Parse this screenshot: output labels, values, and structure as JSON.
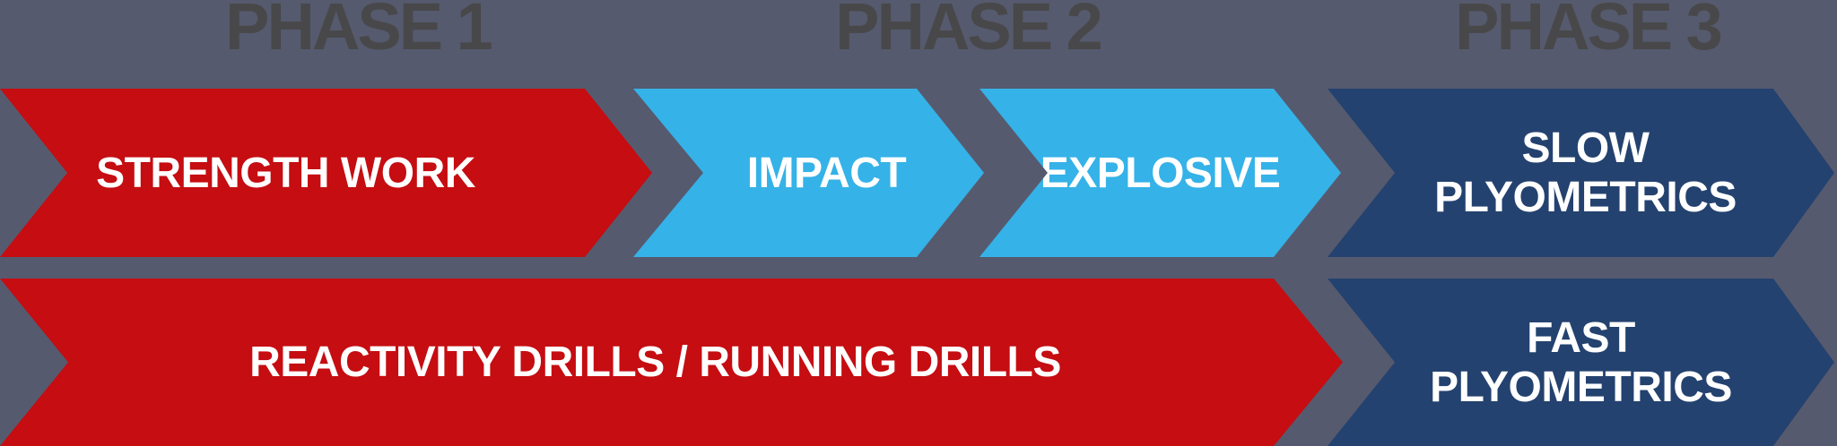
{
  "diagram": {
    "title_row": {
      "phase1": "PHASE 1",
      "phase2": "PHASE 2",
      "phase3": "PHASE 3"
    },
    "arrows": {
      "strength": {
        "label": "STRENGTH WORK",
        "color": "#c50d12",
        "phase": "PHASE 1",
        "row": 1
      },
      "impact": {
        "label": "IMPACT",
        "color": "#35b2e8",
        "phase": "PHASE 2",
        "row": 1
      },
      "explosive": {
        "label": "EXPLOSIVE",
        "color": "#35b2e8",
        "phase": "PHASE 2",
        "row": 1
      },
      "slow_plyometrics": {
        "label": "SLOW PLYOMETRICS",
        "line1": "SLOW",
        "line2": "PLYOMETRICS",
        "color": "#24426f",
        "phase": "PHASE 3",
        "row": 1
      },
      "reactivity": {
        "label": "REACTIVITY DRILLS / RUNNING DRILLS",
        "color": "#c50d12",
        "phase": "PHASE 1-2",
        "row": 2
      },
      "fast_plyometrics": {
        "label": "FAST PLYOMETRICS",
        "line1": "FAST",
        "line2": "PLYOMETRICS",
        "color": "#24426f",
        "phase": "PHASE 3",
        "row": 2
      }
    },
    "colors": {
      "background": "#565a6e",
      "red": "#c50d12",
      "light_blue": "#35b2e8",
      "navy": "#24426f",
      "header_text": "#48484a",
      "arrow_text": "#ffffff"
    }
  }
}
